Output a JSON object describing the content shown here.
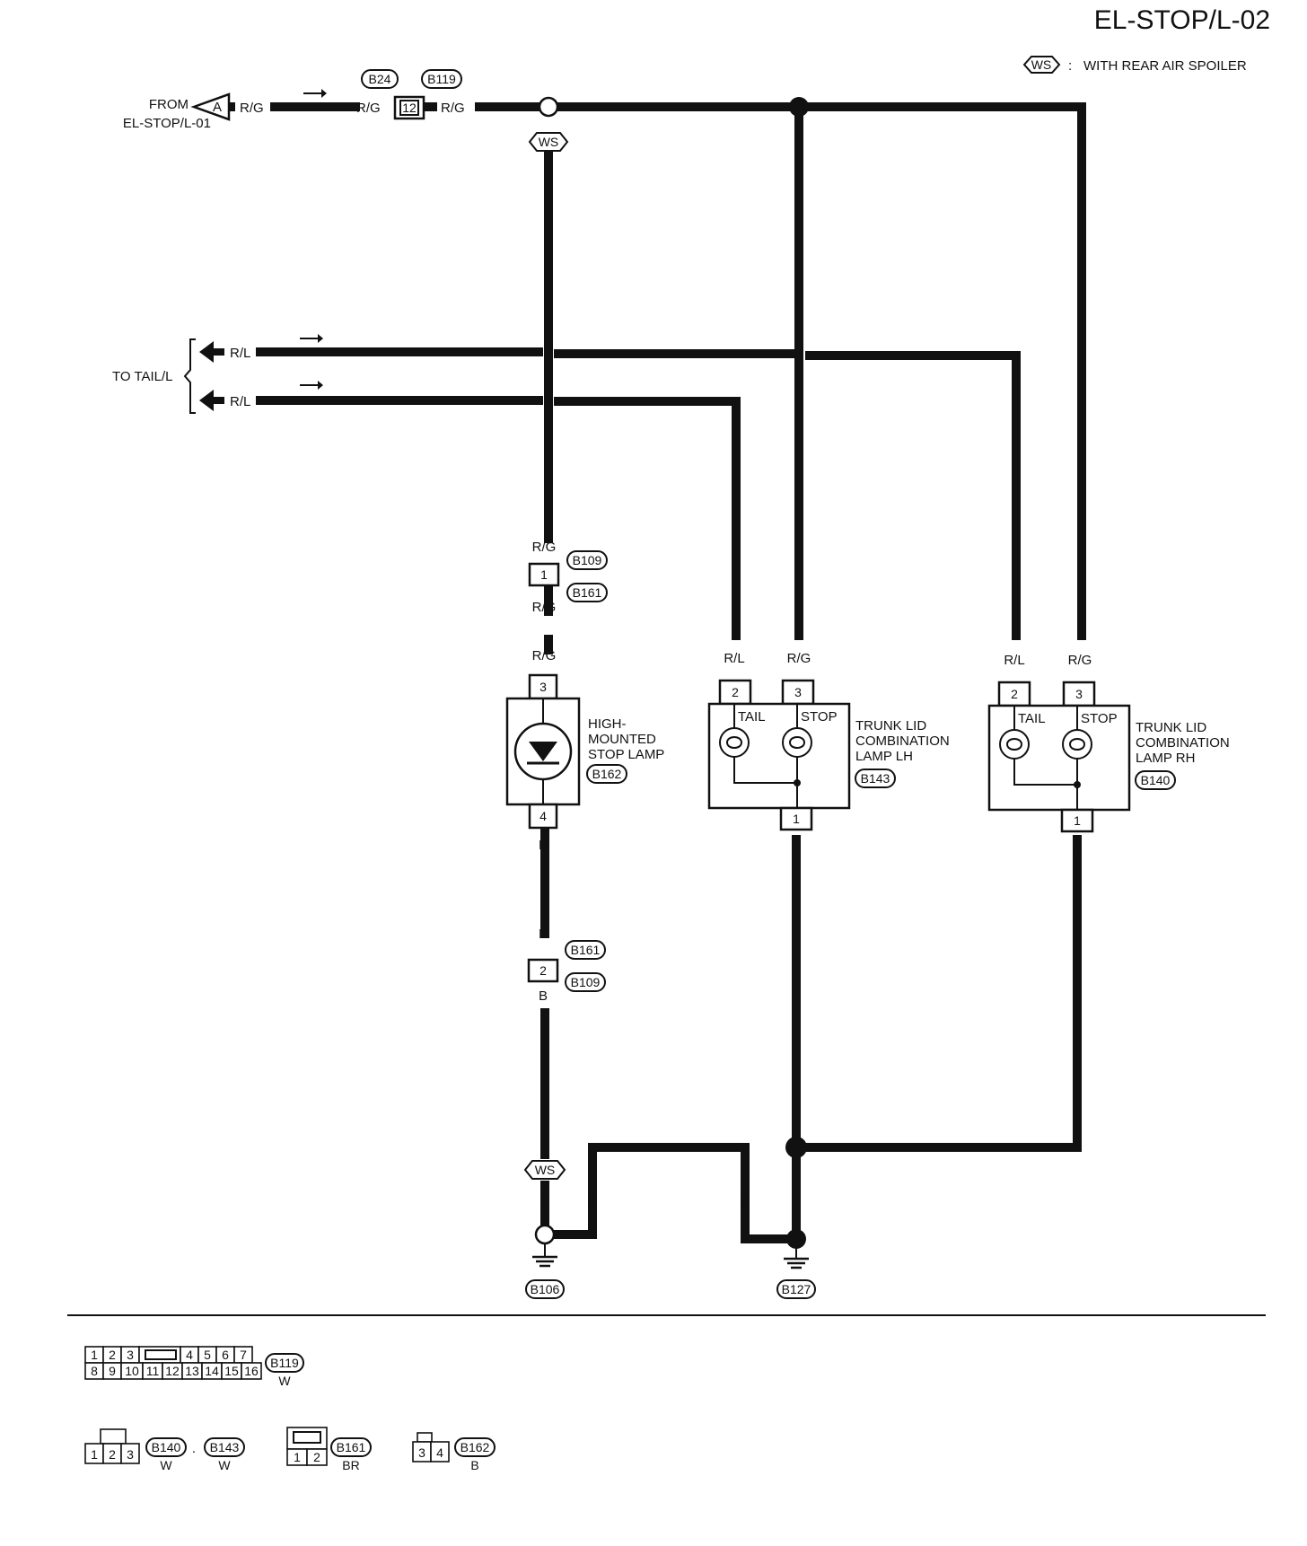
{
  "page_code": "EL-STOP/L-02",
  "legend": {
    "symbol": "WS",
    "sep": ":",
    "text": "WITH REAR AIR SPOILER"
  },
  "from": {
    "line1": "FROM",
    "line2": "EL-STOP/L-01",
    "connector_letter": "A"
  },
  "to_tail": "TO TAIL/L",
  "wire_colors": {
    "rg": "R/G",
    "rl": "R/L",
    "b": "B"
  },
  "inline_connector": {
    "pin": "12",
    "ids": [
      "B24",
      "B119"
    ]
  },
  "option_tag": "WS",
  "joint_b109_b161": {
    "pin_top": "1",
    "pin_bottom": "2",
    "ids": [
      "B109",
      "B161"
    ]
  },
  "hmsl": {
    "lines": [
      "HIGH-",
      "MOUNTED",
      "STOP LAMP"
    ],
    "id": "B162",
    "pin_in": "3",
    "pin_out": "4"
  },
  "lamp_lh": {
    "lines": [
      "TRUNK LID",
      "COMBINATION",
      "LAMP LH"
    ],
    "id": "B143",
    "tail": "TAIL",
    "stop": "STOP",
    "pin_tail": "2",
    "pin_stop": "3",
    "pin_gnd": "1"
  },
  "lamp_rh": {
    "lines": [
      "TRUNK LID",
      "COMBINATION",
      "LAMP RH"
    ],
    "id": "B140",
    "tail": "TAIL",
    "stop": "STOP",
    "pin_tail": "2",
    "pin_stop": "3",
    "pin_gnd": "1"
  },
  "grounds": [
    "B106",
    "B127"
  ],
  "connector_views": {
    "b119": {
      "top_row": [
        "1",
        "2",
        "3",
        "4",
        "5",
        "6",
        "7"
      ],
      "bottom_row": [
        "8",
        "9",
        "10",
        "11",
        "12",
        "13",
        "14",
        "15",
        "16"
      ],
      "id": "B119",
      "color": "W"
    },
    "b140_b143": {
      "pins": [
        "1",
        "2",
        "3"
      ],
      "ids": [
        "B140",
        "B143"
      ],
      "sep": ".",
      "colors": [
        "W",
        "W"
      ]
    },
    "b161": {
      "pins": [
        "1",
        "2"
      ],
      "id": "B161",
      "color": "BR"
    },
    "b162": {
      "pins": [
        "3",
        "4"
      ],
      "id": "B162",
      "color": "B"
    }
  }
}
